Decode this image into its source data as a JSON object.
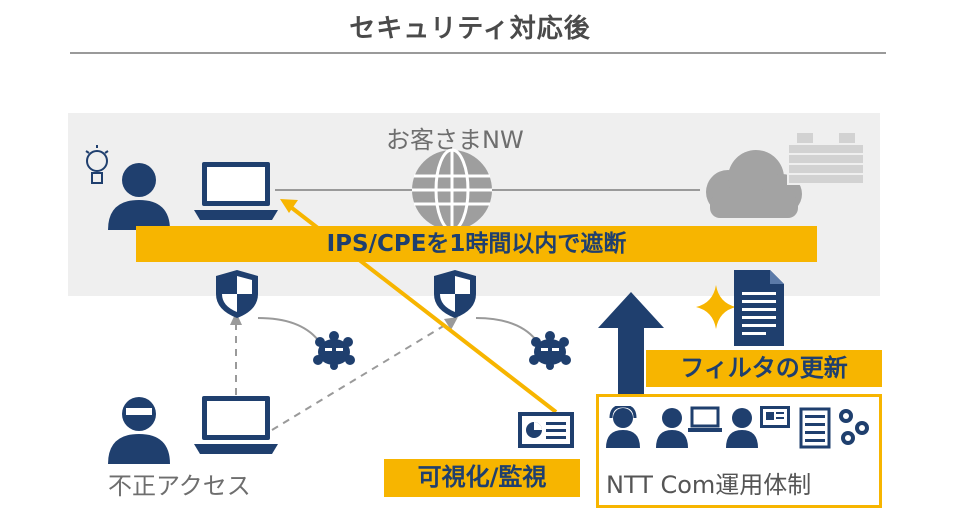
{
  "header": {
    "title": "セキュリティ対応後"
  },
  "network": {
    "label": "お客さまNW"
  },
  "banner": {
    "text": "IPS/CPEを1時間以内で遮断"
  },
  "filter": {
    "label": "フィルタの更新"
  },
  "visualize": {
    "label": "可視化/監視"
  },
  "ops": {
    "label": "NTT Com運用体制"
  },
  "attacker": {
    "label": "不正アクセス"
  },
  "colors": {
    "navy": "#1f3f6e",
    "accent": "#f7b500",
    "panel": "#efefef",
    "gray": "#9a9a9a"
  },
  "icons": [
    "lightbulb-icon",
    "user-icon",
    "laptop-icon",
    "globe-icon",
    "cloud-icon",
    "firewall-icon",
    "shield-icon",
    "virus-icon",
    "attacker-icon",
    "document-icon",
    "sparkle-icon",
    "arrow-up-icon",
    "dashboard-icon",
    "operator-icon",
    "server-icon",
    "gear-icon"
  ]
}
